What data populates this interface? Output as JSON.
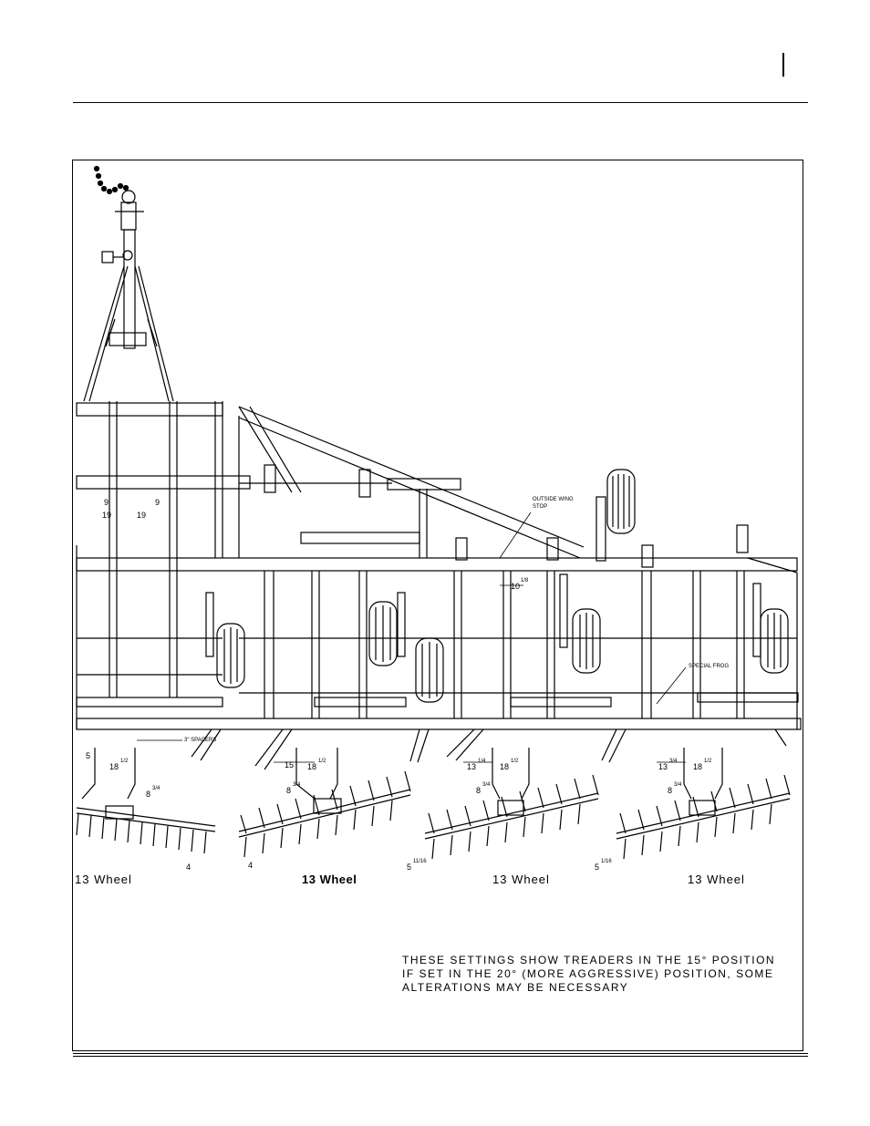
{
  "diagram": {
    "callouts": {
      "outside_wing_stop": "OUTSIDE WING",
      "outside_wing_stop_2": "STOP",
      "special_frog": "SPECIAL FROG",
      "spacers": "3\" SPACERS"
    },
    "dimensions": {
      "d9a": "9",
      "d19a": "19",
      "d9b": "9",
      "d19b": "19",
      "d10": "10",
      "d10frac": "1/8",
      "d5": "5",
      "d18a": "18",
      "d18a_frac": "1/2",
      "d8a": "8",
      "d8a_frac": "3/4",
      "d4a": "4",
      "d15": "15",
      "d18b": "18",
      "d18b_frac": "1/2",
      "d8b": "8",
      "d8b_frac": "3/4",
      "d4b": "4",
      "d13a": "13",
      "d13a_frac": "1/4",
      "d18c": "18",
      "d18c_frac": "1/2",
      "d8c": "8",
      "d8c_frac": "3/4",
      "d5a": "5",
      "d5a_frac": "11/16",
      "d13b": "13",
      "d13b_frac": "3/4",
      "d18d": "18",
      "d18d_frac": "1/2",
      "d8d": "8",
      "d8d_frac": "3/4",
      "d5b": "5",
      "d5b_frac": "1/16"
    },
    "wheel_labels": [
      "13  Wheel",
      "13  Wheel",
      "13  Wheel",
      "13  Wheel"
    ],
    "note_lines": [
      "THESE  SETTINGS  SHOW  TREADERS  IN  THE  15°  POSITION",
      "IF  SET  IN  THE  20°  (MORE  AGGRESSIVE)  POSITION,  SOME",
      "ALTERATIONS  MAY  BE  NECESSARY"
    ]
  }
}
